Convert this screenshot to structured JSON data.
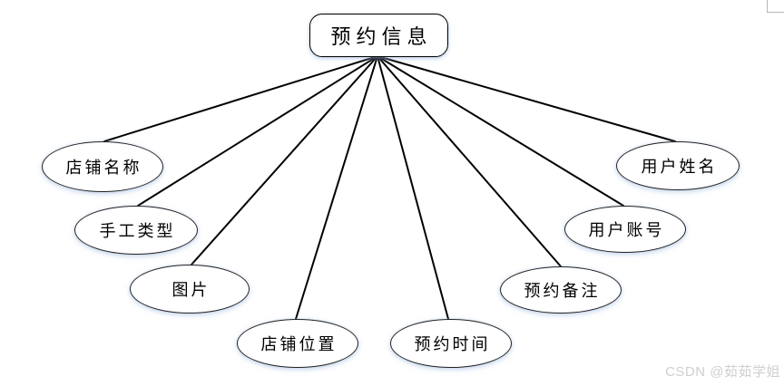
{
  "diagram": {
    "title": "预约信息",
    "attributes": [
      "店铺名称",
      "手工类型",
      "图片",
      "店铺位置",
      "预约时间",
      "预约备注",
      "用户账号",
      "用户姓名"
    ],
    "colors": {
      "line": "#000000",
      "node_border": "#222222",
      "node_fill": "#ffffff",
      "shadow_glow": "#9eb9e0",
      "watermark": "#cfcfcf"
    }
  },
  "watermark": {
    "text": "CSDN @茹茹学姐"
  }
}
